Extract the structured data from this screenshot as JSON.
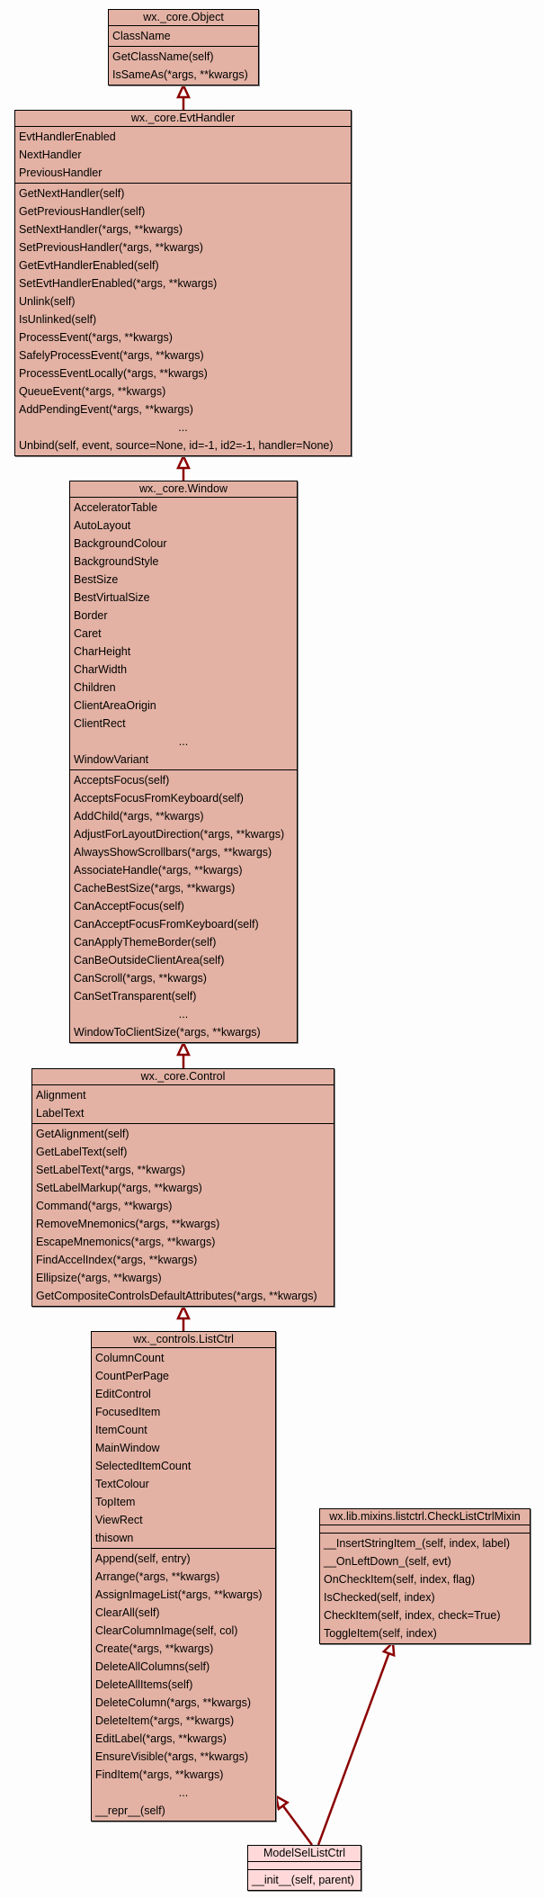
{
  "diagram": {
    "colors": {
      "box_fill": "#e3b2a4",
      "leaf_fill": "#ffd9d9",
      "arrow": "#8b0000",
      "border": "#000000"
    },
    "classes": [
      {
        "id": "object",
        "name": "wx._core.Object",
        "attributes": [
          "ClassName"
        ],
        "methods": [
          "GetClassName(self)",
          "IsSameAs(*args, **kwargs)"
        ]
      },
      {
        "id": "evthandler",
        "name": "wx._core.EvtHandler",
        "attributes": [
          "EvtHandlerEnabled",
          "NextHandler",
          "PreviousHandler"
        ],
        "methods": [
          "GetNextHandler(self)",
          "GetPreviousHandler(self)",
          "SetNextHandler(*args, **kwargs)",
          "SetPreviousHandler(*args, **kwargs)",
          "GetEvtHandlerEnabled(self)",
          "SetEvtHandlerEnabled(*args, **kwargs)",
          "Unlink(self)",
          "IsUnlinked(self)",
          "ProcessEvent(*args, **kwargs)",
          "SafelyProcessEvent(*args, **kwargs)",
          "ProcessEventLocally(*args, **kwargs)",
          "QueueEvent(*args, **kwargs)",
          "AddPendingEvent(*args, **kwargs)",
          "...",
          "Unbind(self, event, source=None, id=-1, id2=-1, handler=None)"
        ]
      },
      {
        "id": "window",
        "name": "wx._core.Window",
        "attributes": [
          "AcceleratorTable",
          "AutoLayout",
          "BackgroundColour",
          "BackgroundStyle",
          "BestSize",
          "BestVirtualSize",
          "Border",
          "Caret",
          "CharHeight",
          "CharWidth",
          "Children",
          "ClientAreaOrigin",
          "ClientRect",
          "...",
          "WindowVariant"
        ],
        "methods": [
          "AcceptsFocus(self)",
          "AcceptsFocusFromKeyboard(self)",
          "AddChild(*args, **kwargs)",
          "AdjustForLayoutDirection(*args, **kwargs)",
          "AlwaysShowScrollbars(*args, **kwargs)",
          "AssociateHandle(*args, **kwargs)",
          "CacheBestSize(*args, **kwargs)",
          "CanAcceptFocus(self)",
          "CanAcceptFocusFromKeyboard(self)",
          "CanApplyThemeBorder(self)",
          "CanBeOutsideClientArea(self)",
          "CanScroll(*args, **kwargs)",
          "CanSetTransparent(self)",
          "...",
          "WindowToClientSize(*args, **kwargs)"
        ]
      },
      {
        "id": "control",
        "name": "wx._core.Control",
        "attributes": [
          "Alignment",
          "LabelText"
        ],
        "methods": [
          "GetAlignment(self)",
          "GetLabelText(self)",
          "SetLabelText(*args, **kwargs)",
          "SetLabelMarkup(*args, **kwargs)",
          "Command(*args, **kwargs)",
          "RemoveMnemonics(*args, **kwargs)",
          "EscapeMnemonics(*args, **kwargs)",
          "FindAccelIndex(*args, **kwargs)",
          "Ellipsize(*args, **kwargs)",
          "GetCompositeControlsDefaultAttributes(*args, **kwargs)"
        ]
      },
      {
        "id": "listctrl",
        "name": "wx._controls.ListCtrl",
        "attributes": [
          "ColumnCount",
          "CountPerPage",
          "EditControl",
          "FocusedItem",
          "ItemCount",
          "MainWindow",
          "SelectedItemCount",
          "TextColour",
          "TopItem",
          "ViewRect",
          "thisown"
        ],
        "methods": [
          "Append(self, entry)",
          "Arrange(*args, **kwargs)",
          "AssignImageList(*args, **kwargs)",
          "ClearAll(self)",
          "ClearColumnImage(self, col)",
          "Create(*args, **kwargs)",
          "DeleteAllColumns(self)",
          "DeleteAllItems(self)",
          "DeleteColumn(*args, **kwargs)",
          "DeleteItem(*args, **kwargs)",
          "EditLabel(*args, **kwargs)",
          "EnsureVisible(*args, **kwargs)",
          "FindItem(*args, **kwargs)",
          "...",
          "__repr__(self)"
        ]
      },
      {
        "id": "mixin",
        "name": "wx.lib.mixins.listctrl.CheckListCtrlMixin",
        "attributes": [],
        "methods": [
          "__InsertStringItem_(self, index, label)",
          "__OnLeftDown_(self, evt)",
          "OnCheckItem(self, index, flag)",
          "IsChecked(self, index)",
          "CheckItem(self, index, check=True)",
          "ToggleItem(self, index)"
        ]
      },
      {
        "id": "model",
        "name": "ModelSelListCtrl",
        "attributes": [],
        "methods": [
          "__init__(self, parent)"
        ]
      }
    ],
    "inheritance": [
      {
        "child": "evthandler",
        "parent": "object"
      },
      {
        "child": "window",
        "parent": "evthandler"
      },
      {
        "child": "control",
        "parent": "window"
      },
      {
        "child": "listctrl",
        "parent": "control"
      },
      {
        "child": "model",
        "parent": "listctrl"
      },
      {
        "child": "model",
        "parent": "mixin"
      }
    ]
  }
}
